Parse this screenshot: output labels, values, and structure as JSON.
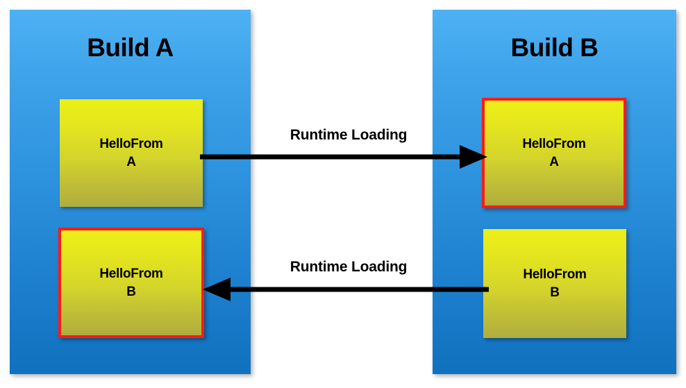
{
  "diagram": {
    "title": "Build A / Build B runtime loading diagram",
    "colors": {
      "panel_top": "#4DB1F4",
      "panel_bottom": "#1071BE",
      "module_top": "#EDEF18",
      "module_bottom": "#B0AD3E",
      "flag_border": "#FF1A13",
      "arrow": "#000000",
      "background": "#FFFFFF"
    },
    "panels": [
      {
        "id": "build-a",
        "title": "Build A",
        "modules": [
          {
            "id": "a-hellofrom-a",
            "line1": "HelloFrom",
            "line2": "A",
            "flagged": false
          },
          {
            "id": "a-hellofrom-b",
            "line1": "HelloFrom",
            "line2": "B",
            "flagged": true
          }
        ]
      },
      {
        "id": "build-b",
        "title": "Build B",
        "modules": [
          {
            "id": "b-hellofrom-a",
            "line1": "HelloFrom",
            "line2": "A",
            "flagged": true
          },
          {
            "id": "b-hellofrom-b",
            "line1": "HelloFrom",
            "line2": "B",
            "flagged": false
          }
        ]
      }
    ],
    "arrows": [
      {
        "id": "arrow-a-to-b",
        "label": "Runtime Loading",
        "direction": "right",
        "from": "a-hellofrom-a",
        "to": "b-hellofrom-a"
      },
      {
        "id": "arrow-b-to-a",
        "label": "Runtime Loading",
        "direction": "left",
        "from": "b-hellofrom-b",
        "to": "a-hellofrom-b"
      }
    ]
  }
}
